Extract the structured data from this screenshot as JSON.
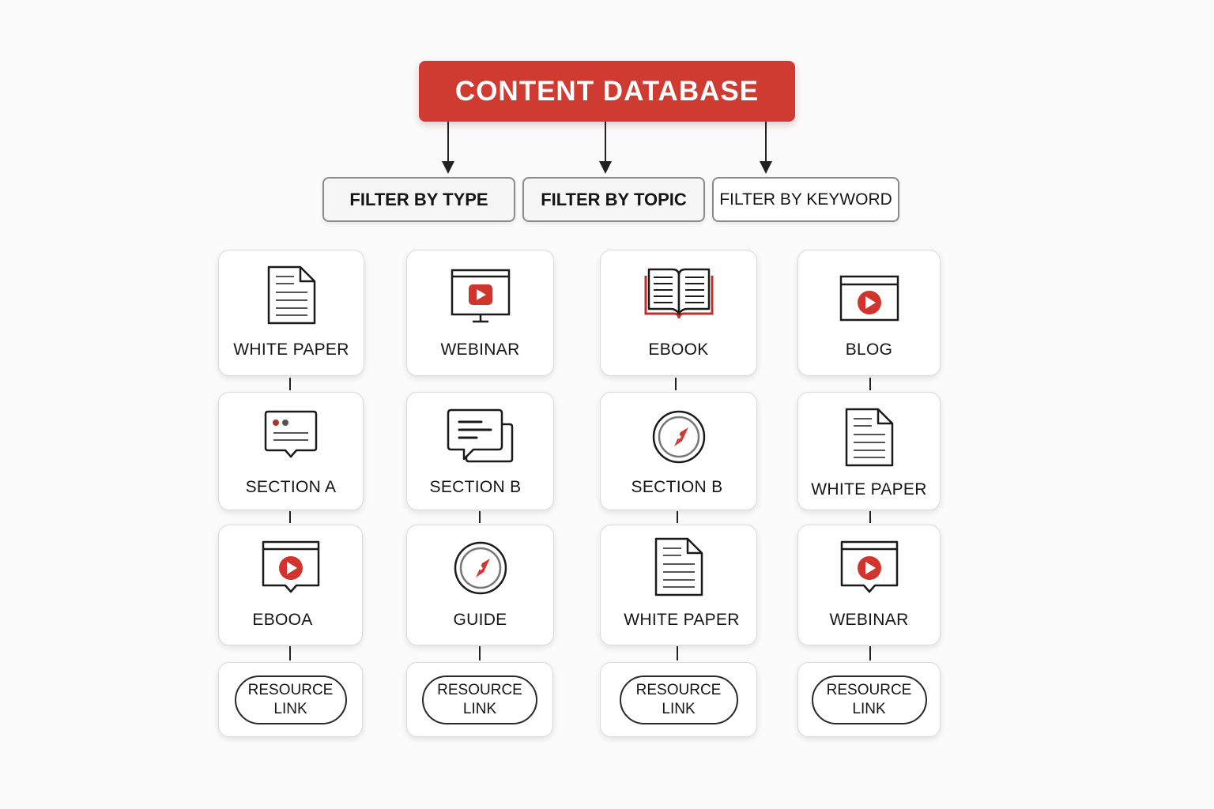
{
  "title": "CONTENT DATABASE",
  "filters": [
    {
      "label": "FILTER BY TYPE"
    },
    {
      "label": "FILTER BY TOPIC"
    },
    {
      "label": "FILTER BY KEYWORD"
    }
  ],
  "colors": {
    "accent": "#cf3a31",
    "line": "#222222",
    "card_border": "#dadada"
  },
  "columns": [
    {
      "cards": [
        {
          "label": "WHITE PAPER",
          "icon": "document-icon"
        },
        {
          "label": "SECTION A",
          "icon": "chat-bubble-icon"
        },
        {
          "label": "EBOOA",
          "icon": "video-player-icon"
        }
      ],
      "resource": {
        "line1": "RESOURCE",
        "line2": "LINK"
      }
    },
    {
      "cards": [
        {
          "label": "WEBINAR",
          "icon": "monitor-play-icon"
        },
        {
          "label": "SECTION B",
          "icon": "chat-bubbles-icon"
        },
        {
          "label": "GUIDE",
          "icon": "compass-icon"
        }
      ],
      "resource": {
        "line1": "RESOURCE",
        "line2": "LINK"
      }
    },
    {
      "cards": [
        {
          "label": "EBOOK",
          "icon": "open-book-icon"
        },
        {
          "label": "SECTION B",
          "icon": "compass-icon"
        },
        {
          "label": "WHITE PAPER",
          "icon": "document-icon"
        }
      ],
      "resource": {
        "line1": "RESOURCE",
        "line2": "LINK"
      }
    },
    {
      "cards": [
        {
          "label": "BLOG",
          "icon": "browser-play-icon"
        },
        {
          "label": "WHITE PAPER",
          "icon": "document-icon"
        },
        {
          "label": "WEBINAR",
          "icon": "video-player-icon"
        }
      ],
      "resource": {
        "line1": "RESOURCE",
        "line2": "LINK"
      }
    }
  ]
}
